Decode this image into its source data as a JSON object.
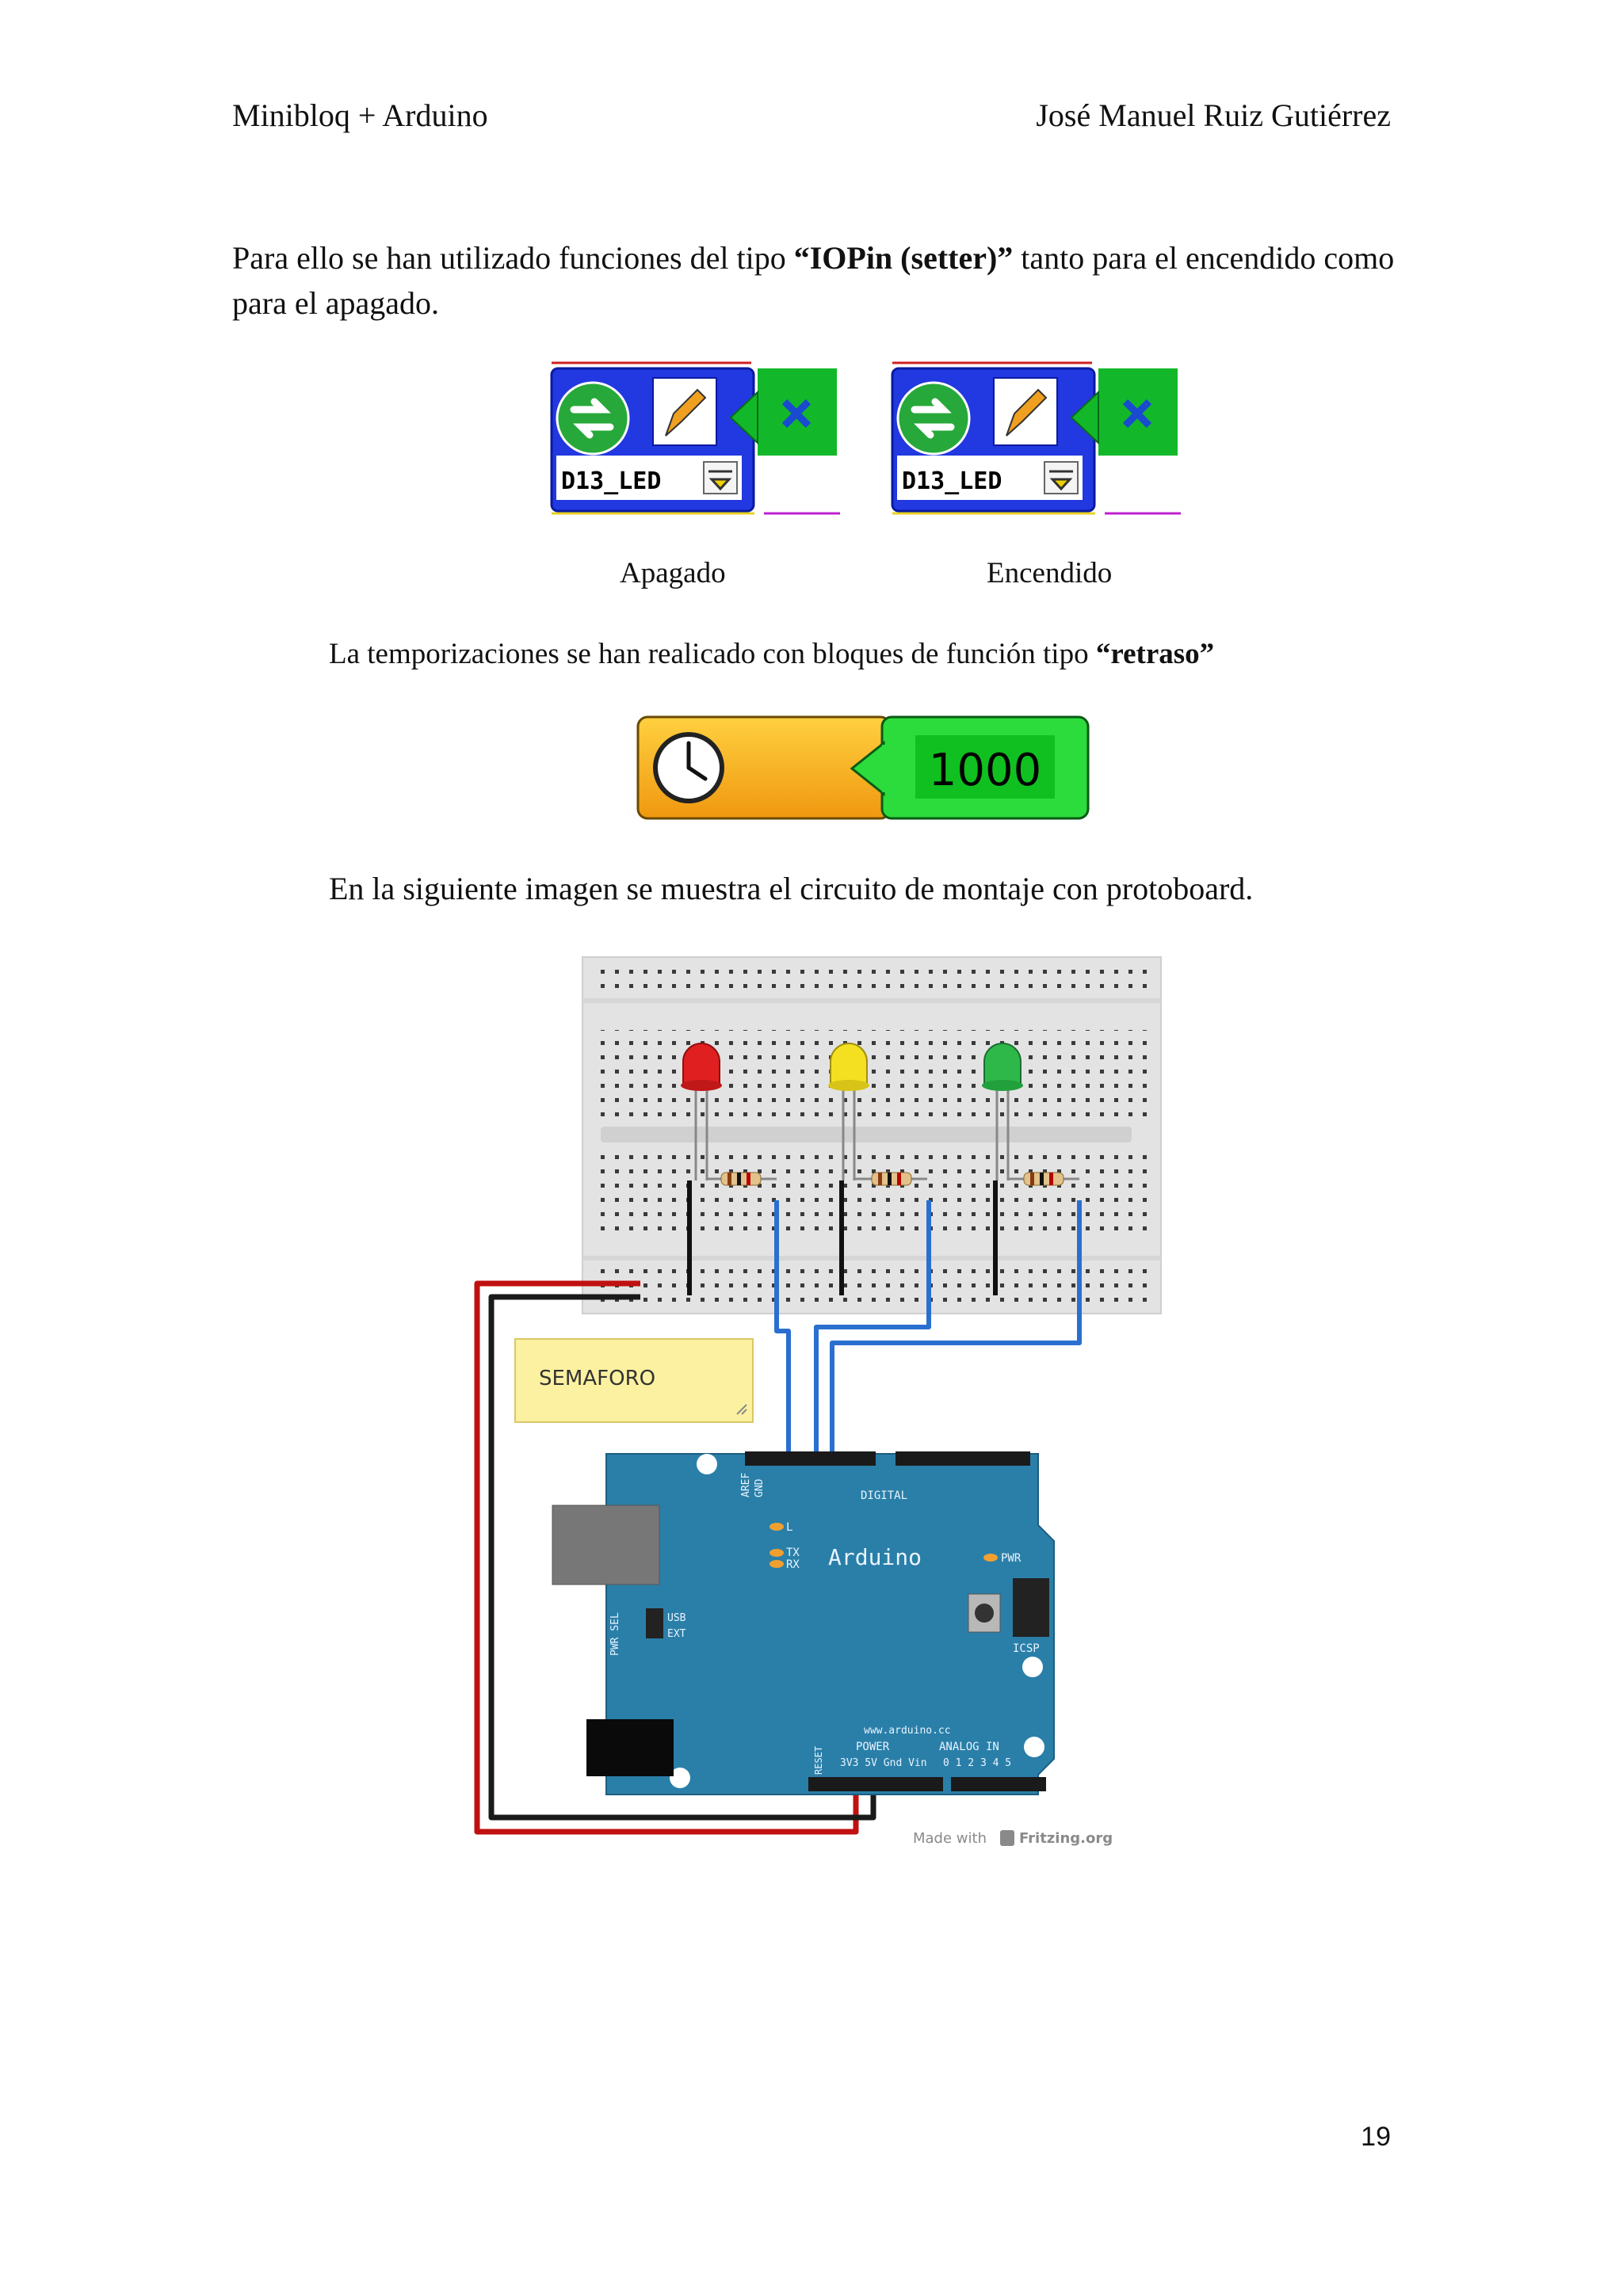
{
  "header": {
    "left": "Minibloq + Arduino",
    "right": "José Manuel Ruiz Gutiérrez"
  },
  "paragraph1": {
    "before": "Para ello se han utilizado funciones del tipo ",
    "bold": "“IOPin (setter)”",
    "after": " tanto para el encendido como para el apagado."
  },
  "blocks": {
    "pin_label": "D13_LED",
    "captions": [
      "Apagado",
      "Encendido"
    ]
  },
  "paragraph2": {
    "before": "La temporizaciones se han realicado con bloques de función tipo ",
    "bold": "“retraso”"
  },
  "delay_block": {
    "value": "1000"
  },
  "paragraph3": "En la siguiente imagen se muestra el circuito de montaje con protoboard.",
  "circuit": {
    "note": "SEMAFORO",
    "board_name": "Arduino",
    "digital_label": "DIGITAL",
    "aref": "AREF",
    "gnd": "GND",
    "l_label": "L",
    "tx_label": "TX",
    "rx_label": "RX",
    "pwr_label": "PWR",
    "icsp_label": "ICSP",
    "usb_label": "USB",
    "ext_label": "EXT",
    "pwr_sel_label": "PWR SEL",
    "website": "www.arduino.cc",
    "reset_label": "RESET",
    "power_label": "POWER",
    "analog_label": "ANALOG IN",
    "power_pins": "3V3 5V Gnd Vin",
    "analog_pins": "0 1 2 3 4 5",
    "made_with": "Made with",
    "fritzing": "Fritzing.org",
    "colors": {
      "led_red": "#e02020",
      "led_yellow": "#f4e020",
      "led_green": "#2fb84a",
      "board": "#2a7fa8",
      "wire_red": "#c01010",
      "wire_blue": "#2a6fd0"
    }
  },
  "page_number": "19"
}
